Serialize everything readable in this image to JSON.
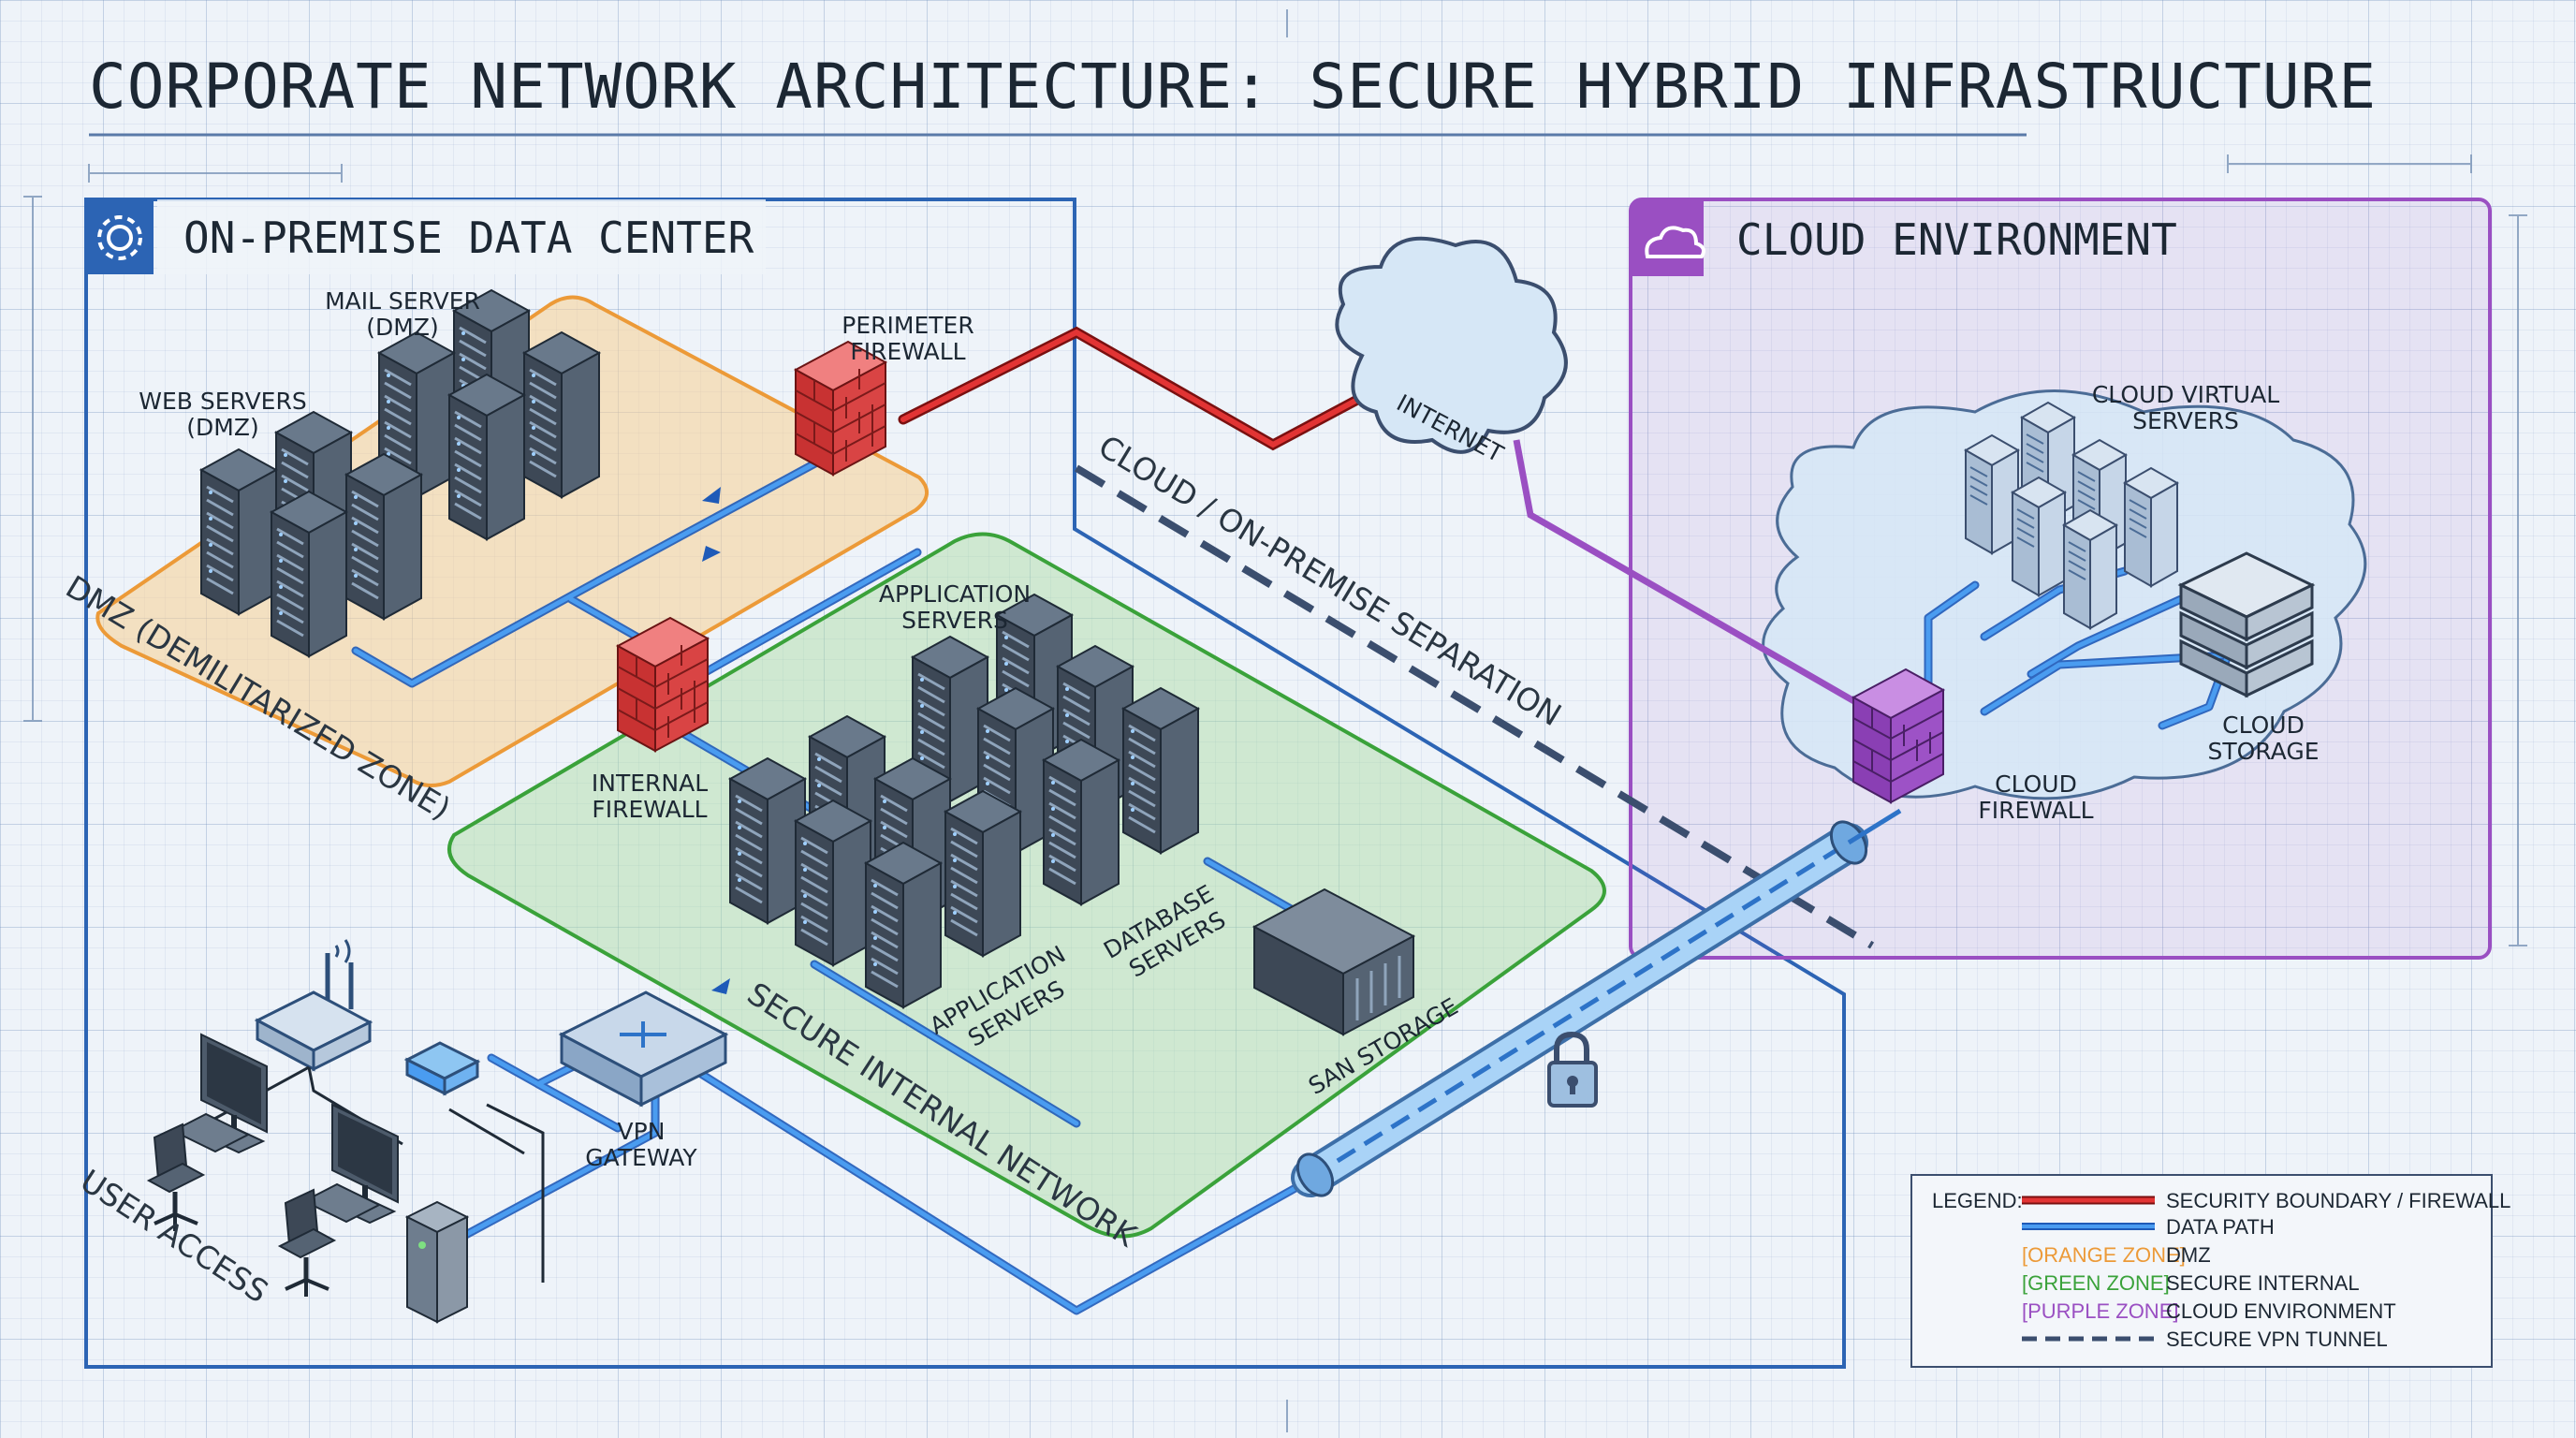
{
  "title": "CORPORATE NETWORK ARCHITECTURE: SECURE HYBRID INFRASTRUCTURE",
  "zones": {
    "onprem": "ON-PREMISE DATA CENTER",
    "cloud": "CLOUD ENVIRONMENT",
    "dmz": "DMZ (DEMILITARIZED ZONE)",
    "internal": "SECURE INTERNAL NETWORK",
    "separation": "CLOUD / ON-PREMISE SEPARATION",
    "user_access": "USER ACCESS"
  },
  "labels": {
    "mail_server_1": "MAIL SERVER",
    "mail_server_2": "(DMZ)",
    "web_servers_1": "WEB SERVERS",
    "web_servers_2": "(DMZ)",
    "perimeter_fw_1": "PERIMETER",
    "perimeter_fw_2": "FIREWALL",
    "internal_fw_1": "INTERNAL",
    "internal_fw_2": "FIREWALL",
    "internet": "INTERNET",
    "app_servers_top_1": "APPLICATION",
    "app_servers_top_2": "SERVERS",
    "app_servers_low_1": "APPLICATION",
    "app_servers_low_2": "SERVERS",
    "db_servers_1": "DATABASE",
    "db_servers_2": "SERVERS",
    "san_storage": "SAN STORAGE",
    "vpn_gateway_1": "VPN",
    "vpn_gateway_2": "GATEWAY",
    "cloud_vs_1": "CLOUD VIRTUAL",
    "cloud_vs_2": "SERVERS",
    "cloud_storage_1": "CLOUD",
    "cloud_storage_2": "STORAGE",
    "cloud_fw_1": "CLOUD",
    "cloud_fw_2": "FIREWALL"
  },
  "legend": {
    "heading": "LEGEND:",
    "items": [
      {
        "tag": "",
        "text": "SECURITY BOUNDARY / FIREWALL"
      },
      {
        "tag": "",
        "text": "DATA PATH"
      },
      {
        "tag": "[ORANGE ZONE]",
        "text": "DMZ"
      },
      {
        "tag": "[GREEN ZONE]",
        "text": "SECURE INTERNAL"
      },
      {
        "tag": "[PURPLE ZONE]",
        "text": "CLOUD ENVIRONMENT"
      },
      {
        "tag": "",
        "text": "SECURE VPN TUNNEL"
      }
    ]
  },
  "colors": {
    "onprem_border": "#2c64b4",
    "dmz": "#ec9a38",
    "internal": "#3aa23a",
    "cloud": "#9a4fc2",
    "firewall_link": "#d62626",
    "data_path": "#2f7fe0",
    "vpn_dash": "#3b4e6e"
  },
  "icons": [
    "gear-icon",
    "cloud-icon",
    "lock-icon"
  ]
}
